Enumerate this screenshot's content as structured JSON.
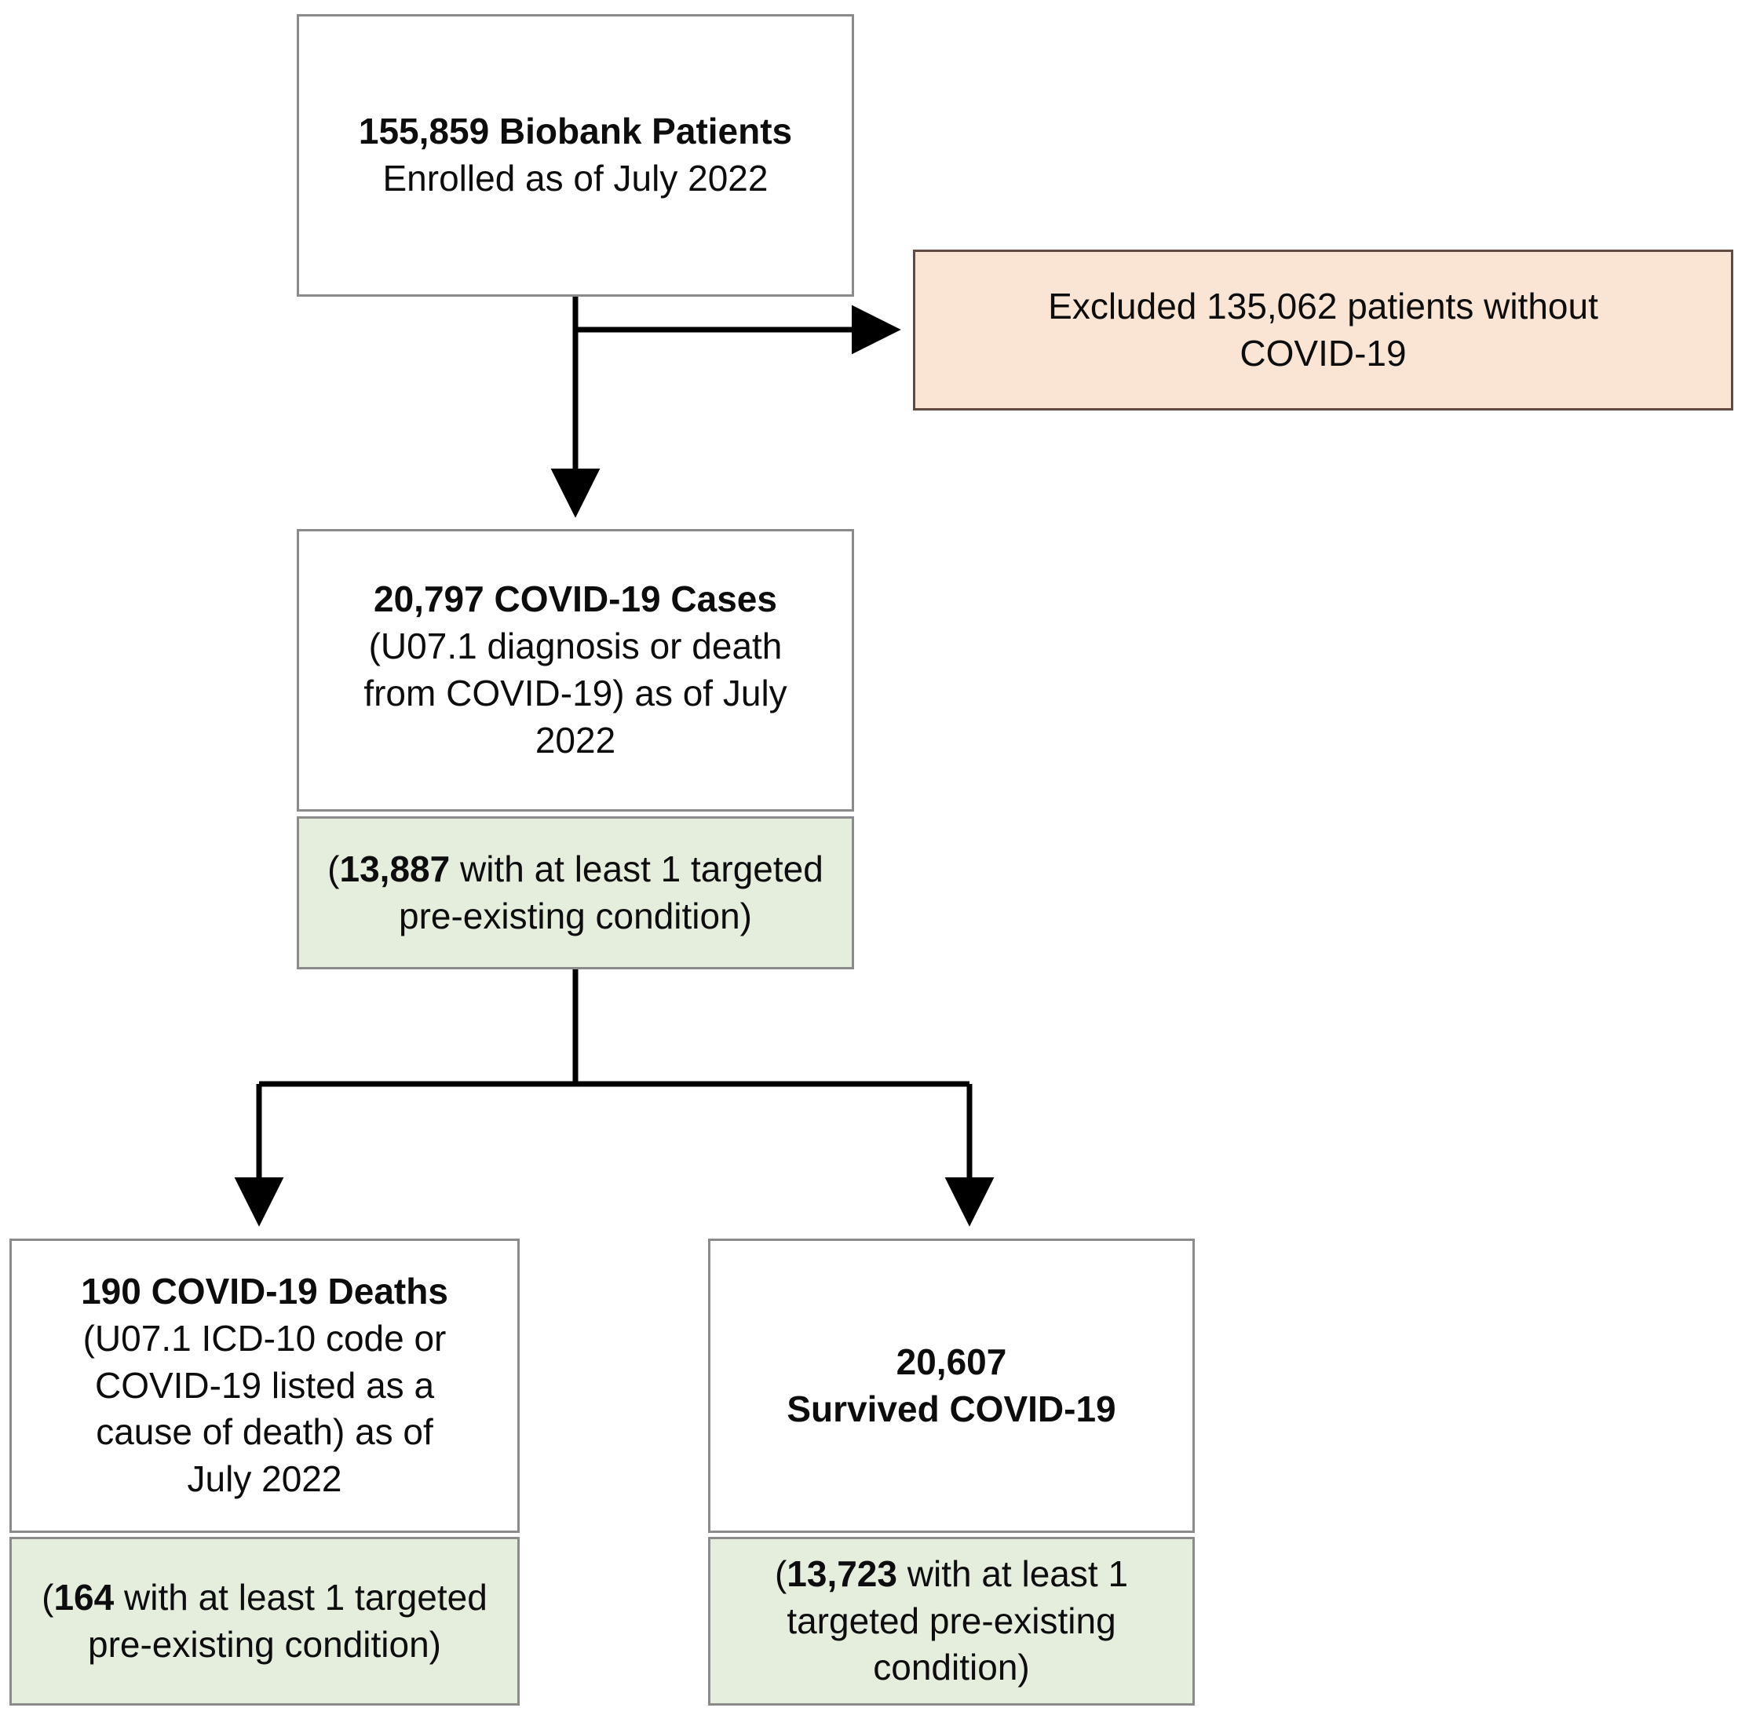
{
  "diagram": {
    "type": "flowchart",
    "title": "COVID-19 Biobank Patient Cohort Selection Flowchart",
    "colors": {
      "box_white_fill": "#FFFFFF",
      "box_white_border": "#8B8B8B",
      "box_peach_fill": "#FAE5D5",
      "box_peach_border": "#5F4B42",
      "box_green_fill": "#E5EDDC",
      "box_green_border": "#8B8B8B",
      "connector": "#000000",
      "text": "#0D0D0D"
    },
    "nodes": {
      "biobank": {
        "line1_bold": "155,859 Biobank Patients",
        "line2": "Enrolled as of July 2022"
      },
      "excluded": {
        "line1": "Excluded 135,062 patients without",
        "line2": "COVID-19"
      },
      "cases": {
        "line1_bold": "20,797 COVID-19 Cases",
        "line2": "(U07.1 diagnosis or death",
        "line3": "from COVID-19) as of July",
        "line4": "2022"
      },
      "cases_preexisting": {
        "open_paren": "(",
        "count_bold": "13,887",
        "rest": " with at least 1 targeted pre-existing condition)"
      },
      "deaths": {
        "line1_bold": "190 COVID-19 Deaths",
        "line2": "(U07.1 ICD-10 code or",
        "line3": "COVID-19 listed as a",
        "line4": "cause of death) as of",
        "line5": "July 2022"
      },
      "deaths_preexisting": {
        "open_paren": "(",
        "count_bold": "164",
        "rest": " with at least 1 targeted pre-existing condition)"
      },
      "survived": {
        "line1_bold": "20,607",
        "line2_bold": "Survived COVID-19"
      },
      "survived_preexisting": {
        "open_paren": "(",
        "count_bold": "13,723",
        "rest": " with at least 1 targeted pre-existing condition)"
      }
    },
    "edges": [
      {
        "from": "biobank",
        "to": "excluded",
        "style": "elbow-right-arrow"
      },
      {
        "from": "biobank",
        "to": "cases",
        "style": "straight-down-arrow"
      },
      {
        "from": "cases_preexisting",
        "to": "deaths",
        "style": "split-down-left-arrow"
      },
      {
        "from": "cases_preexisting",
        "to": "survived",
        "style": "split-down-right-arrow"
      }
    ]
  }
}
